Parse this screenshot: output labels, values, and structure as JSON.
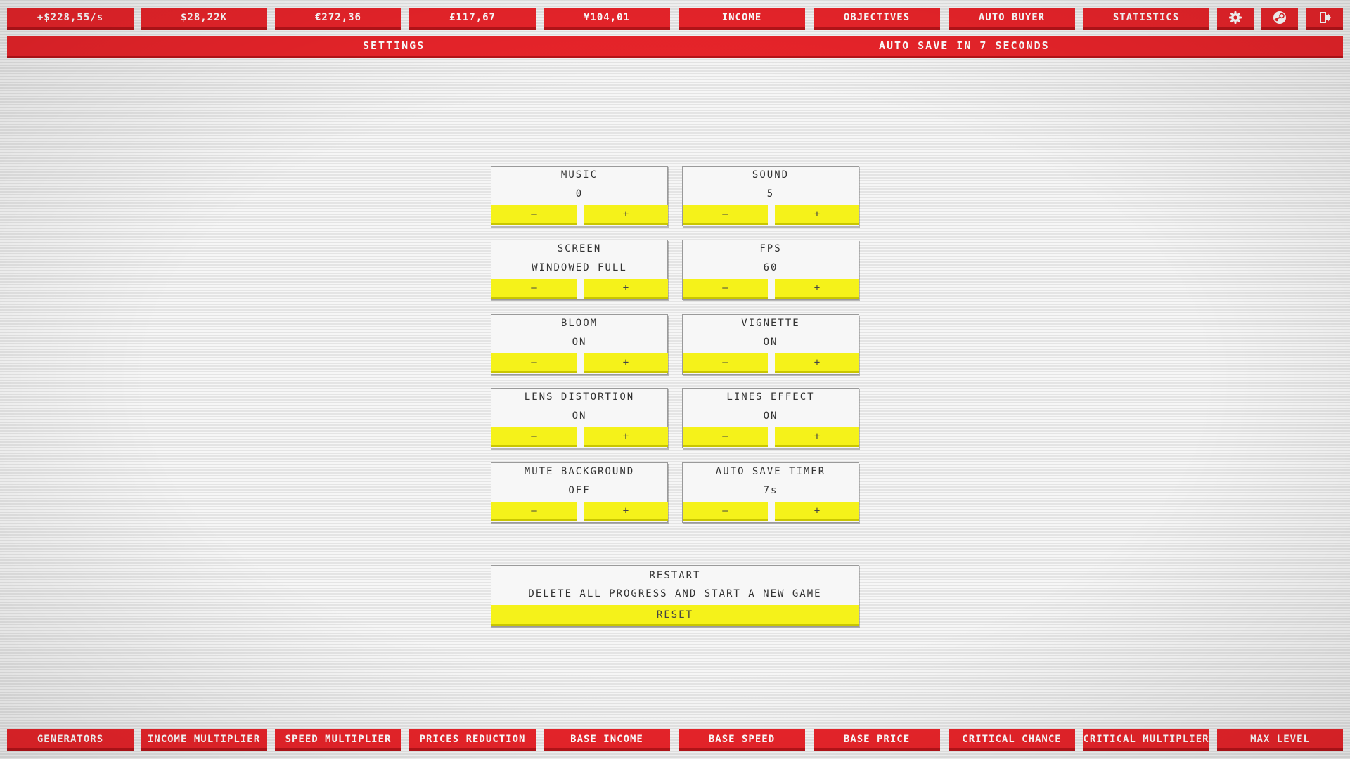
{
  "top_bar": {
    "income_rate": "+$228,55/s",
    "dollars": "$28,22K",
    "euros": "€272,36",
    "pounds": "£117,67",
    "yen": "¥104,01",
    "tabs": [
      "INCOME",
      "OBJECTIVES",
      "AUTO BUYER",
      "STATISTICS"
    ],
    "icons": [
      "gear-icon",
      "steam-icon",
      "exit-icon"
    ]
  },
  "header": {
    "title": "SETTINGS",
    "autosave": "AUTO SAVE IN 7 SECONDS"
  },
  "settings": [
    {
      "label": "MUSIC",
      "value": "0"
    },
    {
      "label": "SOUND",
      "value": "5"
    },
    {
      "label": "SCREEN",
      "value": "WINDOWED FULL"
    },
    {
      "label": "FPS",
      "value": "60"
    },
    {
      "label": "BLOOM",
      "value": "ON"
    },
    {
      "label": "VIGNETTE",
      "value": "ON"
    },
    {
      "label": "LENS DISTORTION",
      "value": "ON"
    },
    {
      "label": "LINES EFFECT",
      "value": "ON"
    },
    {
      "label": "MUTE BACKGROUND",
      "value": "OFF"
    },
    {
      "label": "AUTO SAVE TIMER",
      "value": "7s"
    }
  ],
  "controls": {
    "minus": "–",
    "plus": "+"
  },
  "restart": {
    "title": "RESTART",
    "description": "DELETE ALL PROGRESS AND START A NEW GAME",
    "button": "RESET"
  },
  "bottom_bar": [
    "GENERATORS",
    "INCOME MULTIPLIER",
    "SPEED MULTIPLIER",
    "PRICES REDUCTION",
    "BASE INCOME",
    "BASE SPEED",
    "BASE PRICE",
    "CRITICAL CHANCE",
    "CRITICAL MULTIPLIER",
    "MAX LEVEL"
  ],
  "colors": {
    "accent": "#e8242a",
    "button": "#f5f21a",
    "panel": "#f7f7f7",
    "background": "#ececec"
  }
}
